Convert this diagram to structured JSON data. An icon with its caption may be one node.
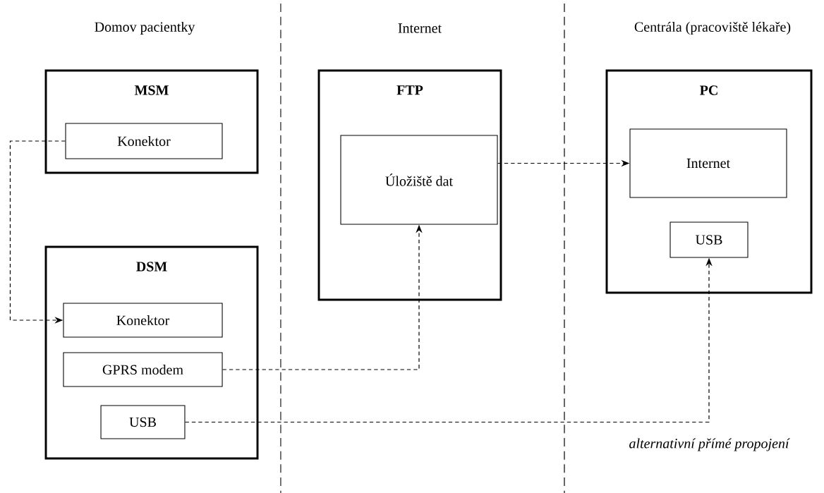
{
  "diagram": {
    "nodes": [
      {
        "text": [
          "MSM"
        ]
      },
      {
        "text": [
          "Konektor"
        ],
        "in": 0
      },
      {
        "text": [
          "DSM"
        ]
      },
      {
        "text": [
          "Konektor"
        ],
        "in": 2
      },
      {
        "text": [
          "GPRS modem"
        ],
        "in": 2
      },
      {
        "text": [
          "USB"
        ],
        "in": 2
      },
      {
        "text": [
          "FTP"
        ]
      },
      {
        "text": [
          "Úložiště dat"
        ],
        "in": 6
      },
      {
        "text": [
          "PC"
        ]
      },
      {
        "text": [
          "Internet"
        ],
        "in": 8
      },
      {
        "text": [
          "USB"
        ],
        "in": 8
      }
    ],
    "edges": [
      {
        "from": 1,
        "to": 3,
        "arrow": "to",
        "style": "dashed"
      },
      {
        "from": 4,
        "to": 7,
        "arrow": "to",
        "style": "dashed"
      },
      {
        "from": 7,
        "to": 9,
        "arrow": "to",
        "style": "dashed"
      },
      {
        "from": 5,
        "to": 10,
        "arrow": "to",
        "style": "dashed",
        "label": "alternativní přímé propojení"
      }
    ],
    "labels": [
      "Domov pacientky",
      "Internet",
      "Centrála (pracoviště lékaře)"
    ]
  }
}
